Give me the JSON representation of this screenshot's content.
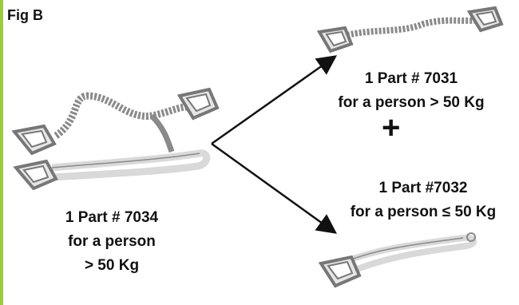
{
  "figure": {
    "label": "Fig B"
  },
  "colors": {
    "accent_bar": "#9ccc3c",
    "strap": "#8a8a8a",
    "strap_light": "#d9d9d9",
    "arrow": "#111111"
  },
  "items": [
    {
      "part": "1 Part # 7034",
      "line2": "for a person",
      "line3": "> 50 Kg",
      "item": "double-lanyard"
    },
    {
      "part": "1 Part # 7031",
      "line2": "for a person > 50 Kg",
      "item": "elastic-tether"
    },
    {
      "part": "1 Part #7032",
      "line2": "for a person ≤ 50 Kg",
      "item": "flat-strap-tether"
    }
  ],
  "plus_sign": "+"
}
